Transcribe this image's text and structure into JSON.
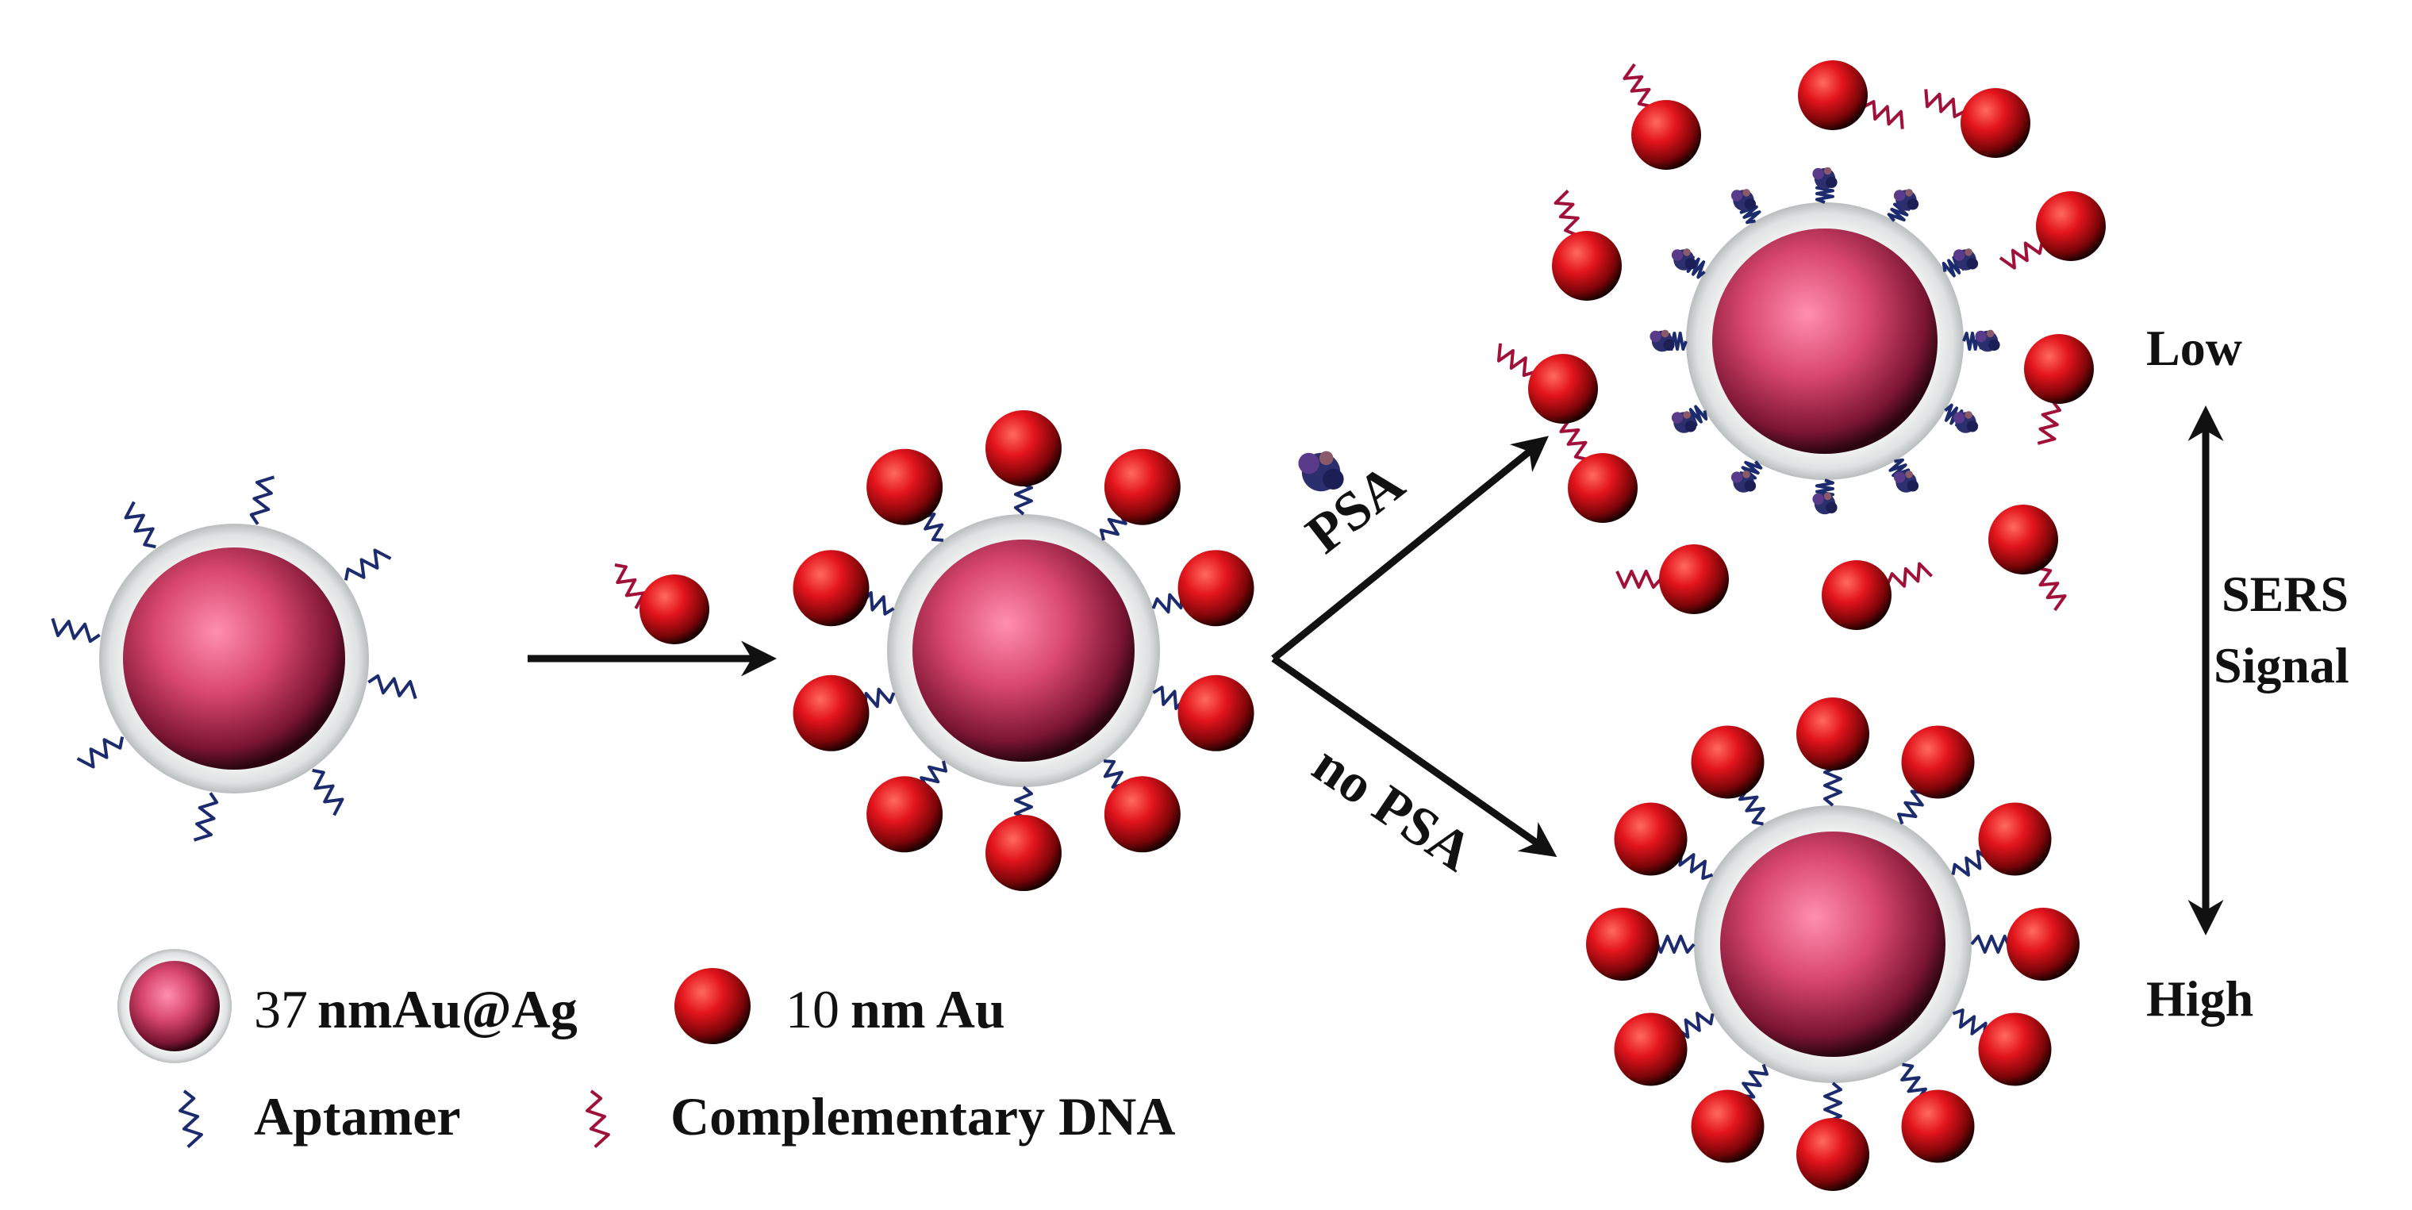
{
  "labels": {
    "psa": "PSA",
    "no_psa": "no PSA",
    "low": "Low",
    "high": "High",
    "sers_line1": "SERS",
    "sers_line2": "Signal"
  },
  "legend": {
    "large_particle_number": "37",
    "large_particle_label": "nmAu@Ag",
    "small_particle_number": "10",
    "small_particle_label": "nm Au",
    "aptamer_label": "Aptamer",
    "complementary_label": "Complementary DNA"
  },
  "colors": {
    "core": "#d64a72",
    "shell": "#e3e6e6",
    "gold_np": "#e0101a",
    "aptamer": "#1c2a6e",
    "complementary_dna": "#a01038",
    "arrow": "#111111"
  }
}
